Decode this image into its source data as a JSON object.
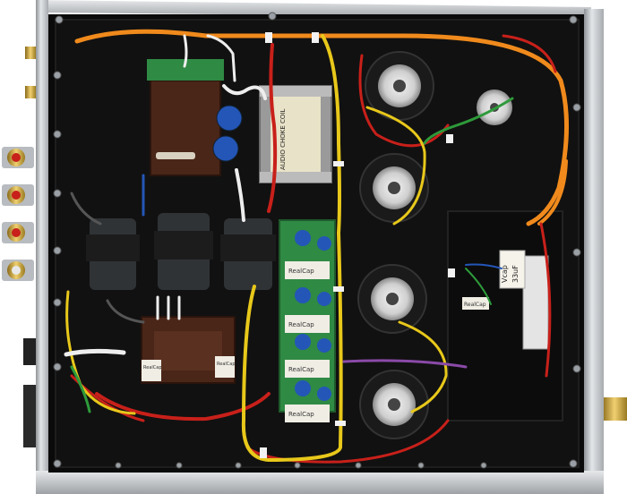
{
  "labels": {
    "choke_coil": "AUDIO CHOKE COIL",
    "realcap_1": "RealCap",
    "realcap_2": "RealCap",
    "realcap_3": "RealCap",
    "realcap_4": "RealCap",
    "realcap_5": "RealCap",
    "realcap_6": "RealCap",
    "realcap_7": "RealCap",
    "vcap_brand": "Vcap",
    "vcap_value": "33uF"
  },
  "colors": {
    "chassis_interior": "#0a0a0a",
    "aluminum_frame": "#c9ccd0",
    "wire_orange": "#f08a1c",
    "wire_red": "#c8201a",
    "wire_yellow": "#e8c81a",
    "wire_white": "#eeeeee",
    "wire_green": "#2e9a3a",
    "pcb_green": "#2f8a44",
    "cap_blue": "#2456b8",
    "transformer_brown": "#4a2618"
  }
}
